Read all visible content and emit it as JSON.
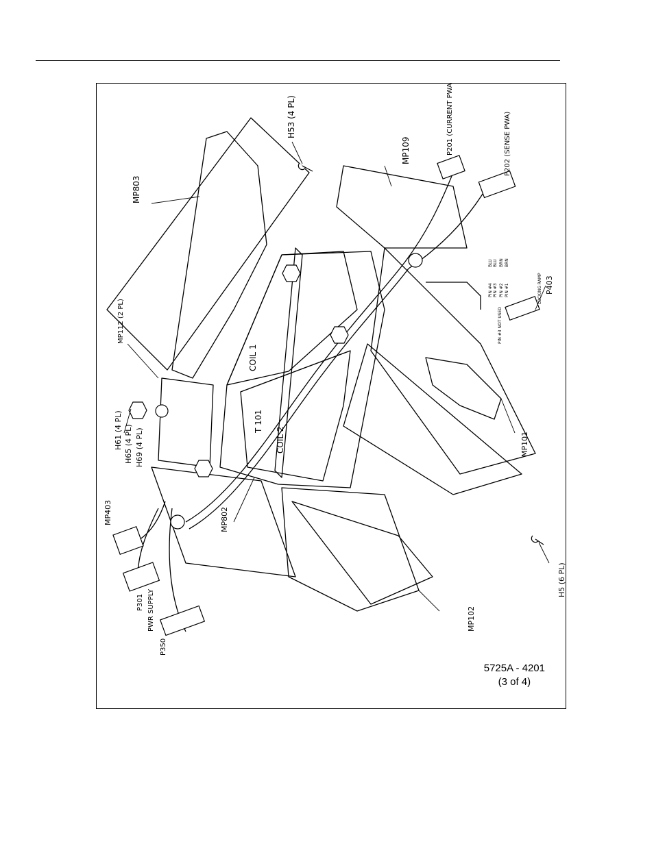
{
  "figure": {
    "number": "5725A - 4201",
    "sheet": "(3 of 4)"
  },
  "callouts": {
    "mp803": "MP803",
    "h53": "H53 (4 PL)",
    "mp109": "MP109",
    "p201": "P201 (CURRENT PWA)",
    "p202": "P202 (SENSE PWA)",
    "mp112": "MP112 (2 PL)",
    "h61": "H61 (4 PL)",
    "h65": "H65 (4 PL)",
    "h69": "H69 (4 PL)",
    "mp403": "MP403",
    "p301": "P301",
    "pwr_supply": "PWR SUPPLY",
    "p350": "P350",
    "mp802": "MP802",
    "mp102": "MP102",
    "mp101": "MP101",
    "h5": "H5 (6 PL)",
    "p403": "P403",
    "locking_ramp": "LOCKING RAMP",
    "coil1": "COIL 1",
    "coil2": "COIL 2",
    "t101": "T 101"
  },
  "pinout": {
    "pin4": "PIN #4",
    "pin3": "PIN #3",
    "pin2": "PIN #2",
    "pin1": "PIN #1",
    "blu_a": "BLU",
    "blu_b": "BLU",
    "brn_a": "BRN",
    "brn_b": "BRN",
    "not_used": "PIN #3 NOT USED"
  }
}
